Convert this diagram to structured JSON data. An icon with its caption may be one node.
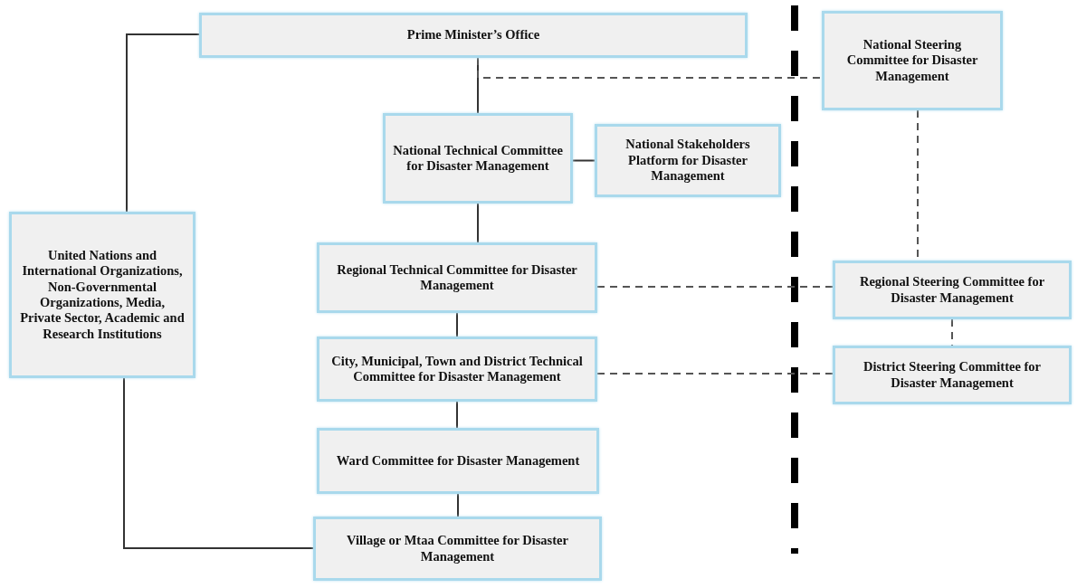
{
  "diagram": {
    "nodes": [
      {
        "text": [
          "Prime Minister’s Office"
        ]
      },
      {
        "text": [
          "National Steering Committee for Disaster Management"
        ]
      },
      {
        "text": [
          "National Technical Committee for Disaster Management"
        ]
      },
      {
        "text": [
          "National Stakeholders Platform for Disaster Management"
        ]
      },
      {
        "text": [
          "United Nations and International Organizations, Non-Governmental Organizations, Media, Private Sector, Academic and Research Institutions"
        ]
      },
      {
        "text": [
          "Regional Technical Committee for Disaster Management"
        ]
      },
      {
        "text": [
          "Regional Steering Committee for Disaster Management"
        ]
      },
      {
        "text": [
          "City, Municipal, Town and District Technical Committee for Disaster Management"
        ]
      },
      {
        "text": [
          "District Steering Committee for Disaster Management"
        ]
      },
      {
        "text": [
          "Ward Committee for Disaster Management"
        ]
      },
      {
        "text": [
          "Village or Mtaa Committee for Disaster Management"
        ]
      }
    ],
    "edges": [
      {
        "from": 0,
        "to": 2,
        "arrow": "none"
      },
      {
        "from": 0,
        "to": 1,
        "arrow": "none",
        "style": "dashed"
      },
      {
        "from": 2,
        "to": 3,
        "arrow": "none"
      },
      {
        "from": 2,
        "to": 5,
        "arrow": "none"
      },
      {
        "from": 5,
        "to": 7,
        "arrow": "none"
      },
      {
        "from": 7,
        "to": 9,
        "arrow": "none"
      },
      {
        "from": 9,
        "to": 10,
        "arrow": "none"
      },
      {
        "from": 0,
        "to": 4,
        "arrow": "none"
      },
      {
        "from": 4,
        "to": 10,
        "arrow": "none"
      },
      {
        "from": 5,
        "to": 6,
        "arrow": "none",
        "style": "dashed"
      },
      {
        "from": 7,
        "to": 8,
        "arrow": "none",
        "style": "dashed"
      },
      {
        "from": 1,
        "to": 6,
        "arrow": "none",
        "style": "dashed"
      },
      {
        "from": 6,
        "to": 8,
        "arrow": "none",
        "style": "dashed"
      }
    ]
  }
}
